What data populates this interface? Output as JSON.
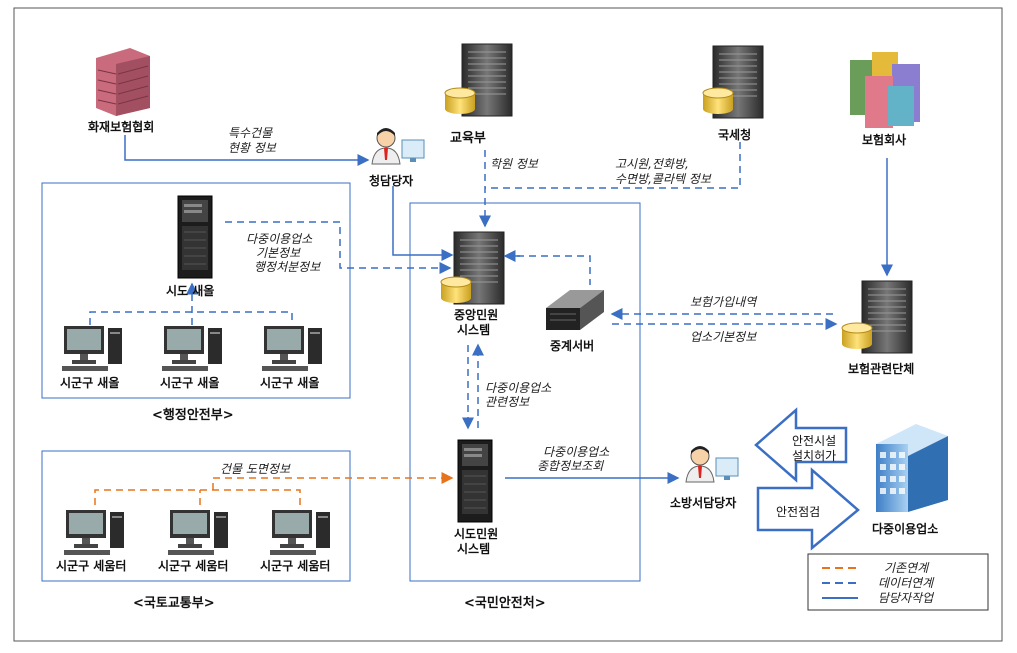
{
  "nodes": {
    "fire_assoc": "화재보험협회",
    "ministry_edu": "교육부",
    "nts": "국세청",
    "insurer": "보험회사",
    "officer": "청담당자",
    "sido_saeol": "시도 새올",
    "sigungu_saeol": [
      "시군구 새올",
      "시군구 새올",
      "시군구 새올"
    ],
    "central_system": [
      "중앙민원",
      "시스템"
    ],
    "relay_server": "중계서버",
    "insurance_body": "보험관련단체",
    "sido_civil": [
      "시도민원",
      "시스템"
    ],
    "fire_officer": "소방서담당자",
    "facility": "다중이용업소",
    "sigungu_seumteo": [
      "시군구 세움터",
      "시군구 세움터",
      "시군구 세움터"
    ]
  },
  "groups": {
    "moi": "<행정안전부>",
    "molit": "<국토교통부>",
    "nema": "<국민안전처>"
  },
  "edges": {
    "special_building": [
      "특수건물",
      "현황 정보"
    ],
    "academy": "학원 정보",
    "nts_info": [
      "고시원,전화방,",
      "수면방,콜라텍  정보"
    ],
    "facility_basic": [
      "다중이용업소",
      "기본정보",
      "행정처분정보"
    ],
    "insurance_join": "보험가입내역",
    "business_basic": "업소기본정보",
    "facility_related": [
      "다중이용업소",
      "관련정보"
    ],
    "facility_total": [
      "다중이용업소",
      "종합정보조회"
    ],
    "building_drawing": "건물 도면정보",
    "safety_permit": [
      "안전시설",
      "설치허가"
    ],
    "safety_check": "안전점검"
  },
  "legend": {
    "items": [
      {
        "label": "기존연계",
        "color": "#e8731a",
        "style": "dashed"
      },
      {
        "label": "데이터연계",
        "color": "#3a6fc4",
        "style": "dashed"
      },
      {
        "label": "담당자작업",
        "color": "#3a6fc4",
        "style": "solid"
      }
    ]
  },
  "colors": {
    "blue": "#3a6fc4",
    "orange": "#e8731a"
  }
}
